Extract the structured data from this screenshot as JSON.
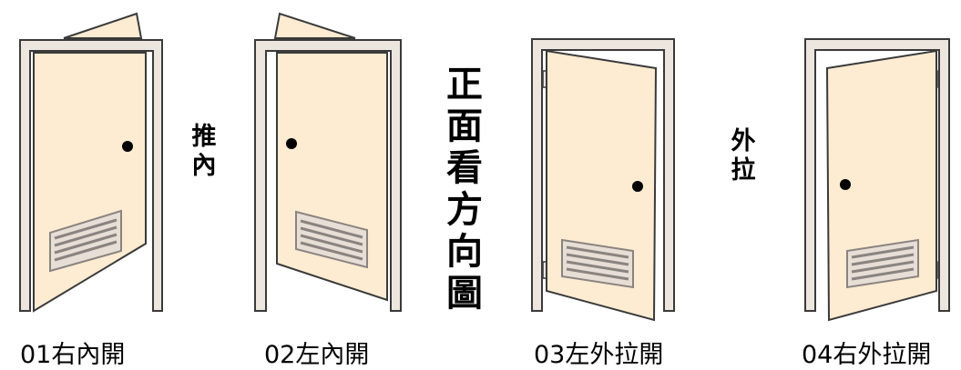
{
  "center_title": [
    "正",
    "面",
    "看",
    "方",
    "向",
    "圖"
  ],
  "push_label": [
    "推",
    "內"
  ],
  "pull_label": [
    "外",
    "拉"
  ],
  "doors": [
    {
      "label": "01右內開"
    },
    {
      "label": "02左內開"
    },
    {
      "label": "03左外拉開"
    },
    {
      "label": "04右外拉開"
    }
  ],
  "colors": {
    "door_fill": "#fdebd2",
    "frame_fill": "#ede6df",
    "outline": "#3a3a3a",
    "vent": "#8a8480",
    "knob": "#000000"
  }
}
